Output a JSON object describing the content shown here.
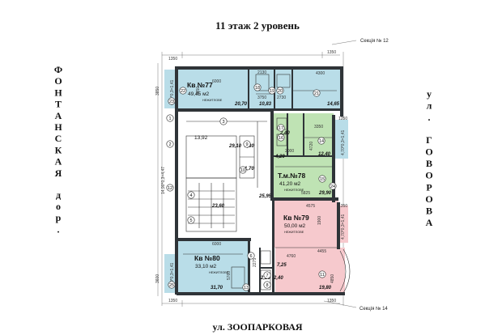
{
  "header": {
    "title": "11 этаж  2 уровень"
  },
  "footer": {
    "street": "ул. ЗООПАРКОВАЯ"
  },
  "left_street": {
    "letters": [
      "Ф",
      "О",
      "Н",
      "Т",
      "А",
      "Н",
      "С",
      "К",
      "А",
      "Я"
    ],
    "suffix": [
      "д",
      "о",
      "р",
      "."
    ]
  },
  "right_street": {
    "prefix": [
      "у",
      "л",
      "."
    ],
    "letters": [
      "Г",
      "О",
      "В",
      "О",
      "Р",
      "О",
      "В",
      "А"
    ]
  },
  "sections": {
    "top": "Секція № 12",
    "bottom": "Секція № 14"
  },
  "apartments": [
    {
      "id": "apt77",
      "label": "Кв №77",
      "area": "49,45 м2",
      "note": "НЕЖИТЛОВЕ",
      "color": "#b9dde8"
    },
    {
      "id": "apt78",
      "label": "Т.м.№78",
      "area": "41,20 м2",
      "note": "НЕЖИТЛОВЕ",
      "color": "#bfe3b4"
    },
    {
      "id": "apt79",
      "label": "Кв №79",
      "area": "50,00 м2",
      "note": "НЕЖИТЛОВЕ",
      "color": "#f6c9cd"
    },
    {
      "id": "apt80",
      "label": "Кв №80",
      "area": "33,10 м2",
      "note": "НЕЖИТЛОВЕ",
      "color": "#b9dde8"
    }
  ],
  "room_areas": {
    "a77_main": "20,70",
    "a77_hall": "10,83",
    "a77_side": "14,65",
    "a77_balc": "4,70*0,3=1,41",
    "a78_main": "29,90",
    "a78_r1": "2,40",
    "a78_r2": "4,20",
    "a78_r3": "12,40",
    "a78_balc": "4,70*0,3=1,41",
    "a79_main": "19,80",
    "a79_r1": "7,25",
    "a79_r2": "2,25",
    "a79_r3": "2,40",
    "a79_balc": "4,70*0,3=1,41",
    "a80_main": "31,70",
    "a80_balc": "4,70*0,3=1,41",
    "core_lift": "13,92",
    "core_hall": "29,10",
    "core_r1": "1,30",
    "core_r2": "1,70",
    "core_corr": "25,95",
    "core_stair": "23,60",
    "core_balc": "14,90*0,3=4,47"
  },
  "dimensions": {
    "top_left": "1350",
    "top_right": "1350",
    "bot_left": "1350",
    "bot_right": "1350",
    "d6000_top": "6000",
    "d4300": "4300",
    "d2130": "2130",
    "d3850": "3850",
    "d3450": "3450",
    "d3750": "3750",
    "d2730": "2730",
    "d1250_a": "1250",
    "d3350": "3350",
    "d4720": "4720",
    "d2000": "2000",
    "d5825": "5825",
    "d1350_m": "1350",
    "d4575": "4575",
    "d1900": "1900",
    "d6000_bot": "6000",
    "d3600": "3600",
    "d5760": "5760",
    "d2275": "2275",
    "d4455": "4455",
    "d4850": "4850",
    "d4760": "4760"
  },
  "circles": {
    "c1": "1",
    "c2": "2",
    "c3": "3",
    "c4": "4",
    "c5": "5",
    "c6": "6",
    "c7": "7",
    "c8": "8",
    "c9": "9",
    "c10": "10",
    "c11": "11",
    "c12": "12",
    "c13": "13",
    "c14": "14",
    "c15": "15",
    "c16": "16",
    "c17": "17",
    "c18": "18",
    "c19": "19",
    "c20": "20",
    "c21": "21",
    "c22": "22",
    "c23": "23",
    "c24": "24",
    "c25": "25"
  }
}
